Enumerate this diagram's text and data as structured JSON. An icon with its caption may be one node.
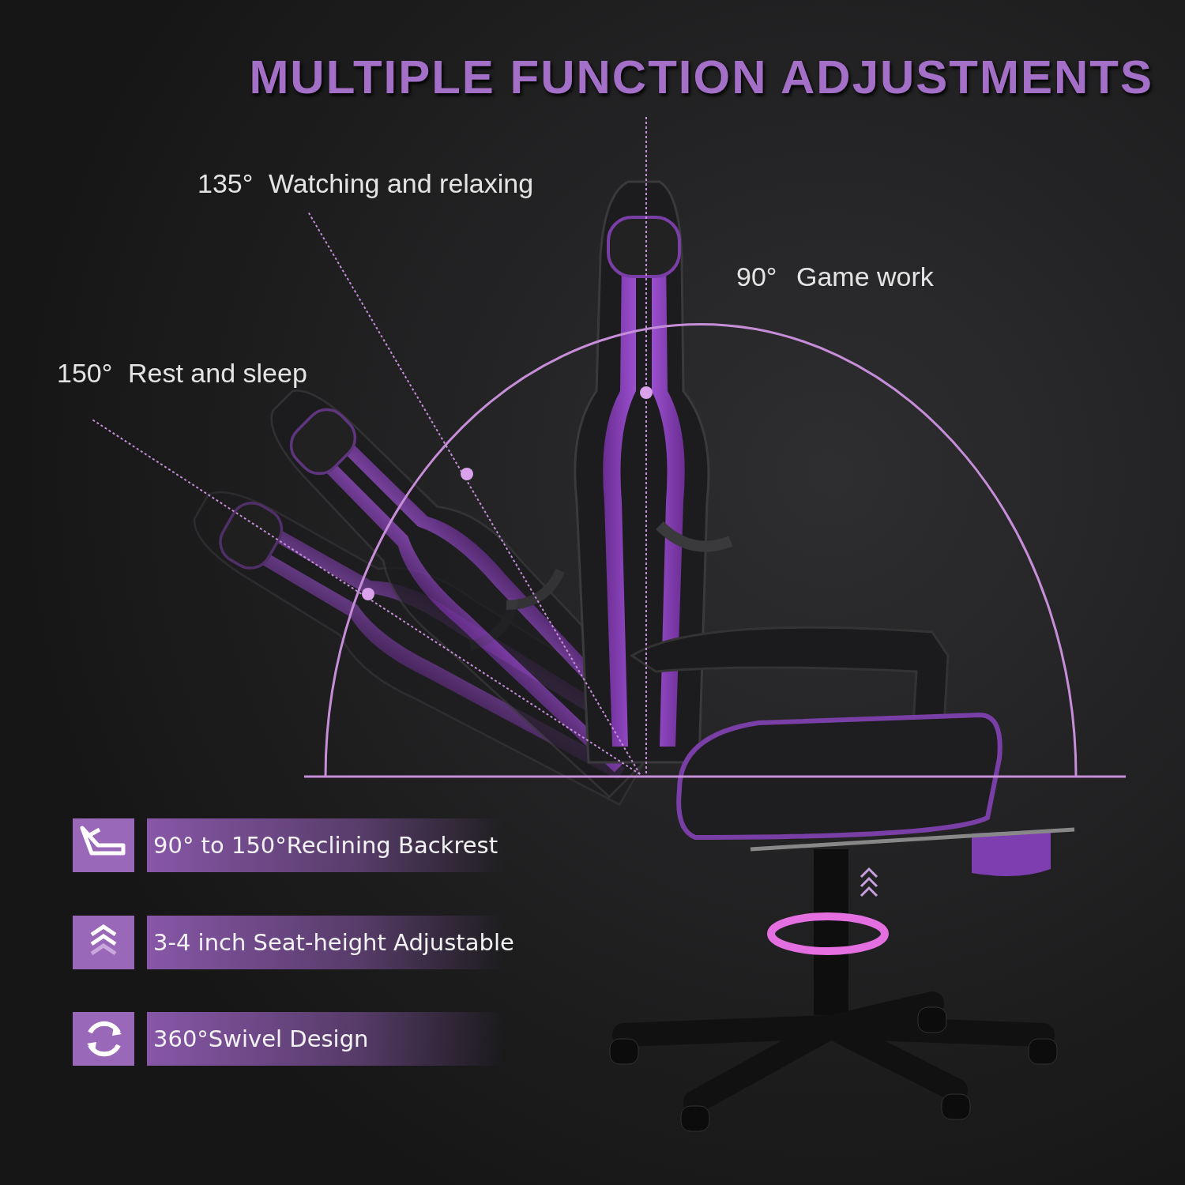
{
  "diagram": {
    "title": "MULTIPLE FUNCTION ADJUSTMENTS",
    "nodes": [
      {
        "text": [
          "90° to 150°Reclining Backrest"
        ]
      },
      {
        "text": [
          "3-4 inch Seat-height Adjustable"
        ]
      },
      {
        "text": [
          "360°Swivel Design"
        ]
      }
    ],
    "labels": [
      "135°",
      "Watching and relaxing",
      "90°",
      "Game work",
      "150°",
      "Rest and sleep"
    ]
  }
}
